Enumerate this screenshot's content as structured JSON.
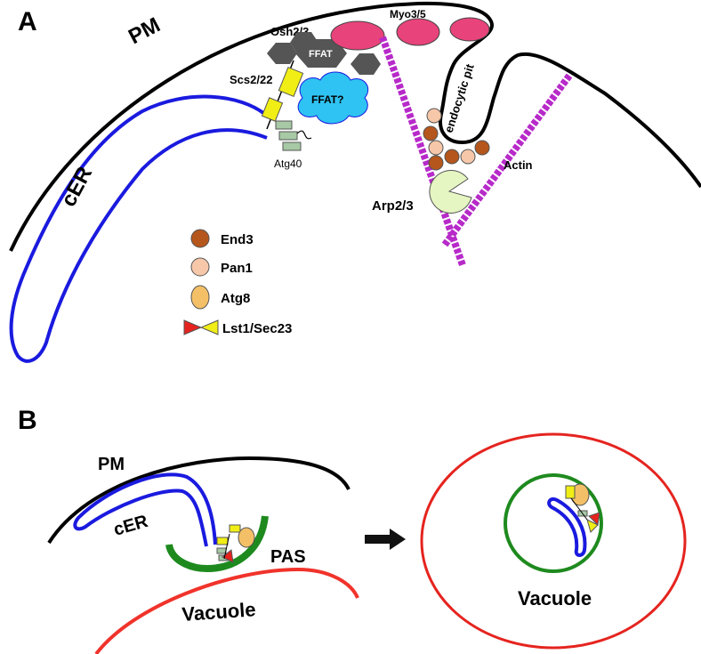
{
  "panel_a": {
    "letter": "A",
    "pm_label": "PM",
    "cer_label": "cER",
    "osh_label": "Osh2/3",
    "ffat_label": "FFAT",
    "ffat_q_label": "FFAT?",
    "scs_label": "Scs2/22",
    "atg40_label": "Atg40",
    "myo_label": "Myo3/5",
    "endocytic_label": "endocytic pit",
    "actin_label": "Actin",
    "arp_label": "Arp2/3",
    "legend": {
      "end3": "End3",
      "pan1": "Pan1",
      "atg8": "Atg8",
      "lst1": "Lst1/Sec23"
    }
  },
  "panel_b": {
    "letter": "B",
    "pm_label": "PM",
    "cer_label": "cER",
    "pas_label": "PAS",
    "vacuole_label": "Vacuole",
    "vacuole_label_2": "Vacuole"
  },
  "colors": {
    "cer": "#1a1adf",
    "actin": "#b72ac9",
    "myo": "#e8437a",
    "osh": "#555555",
    "ffat_q": "#2ec3f2",
    "end3": "#b5561c",
    "pan1": "#f6c7a9",
    "atg8": "#f4c067",
    "scs": "#f1ee16",
    "atg40": "#a7c9a5",
    "arp": "#e6f6c2",
    "pas": "#1e8a1e",
    "vacuole": "#e5241f",
    "lst1_red": "#e5241f",
    "sec23_yellow": "#f1ee16"
  }
}
